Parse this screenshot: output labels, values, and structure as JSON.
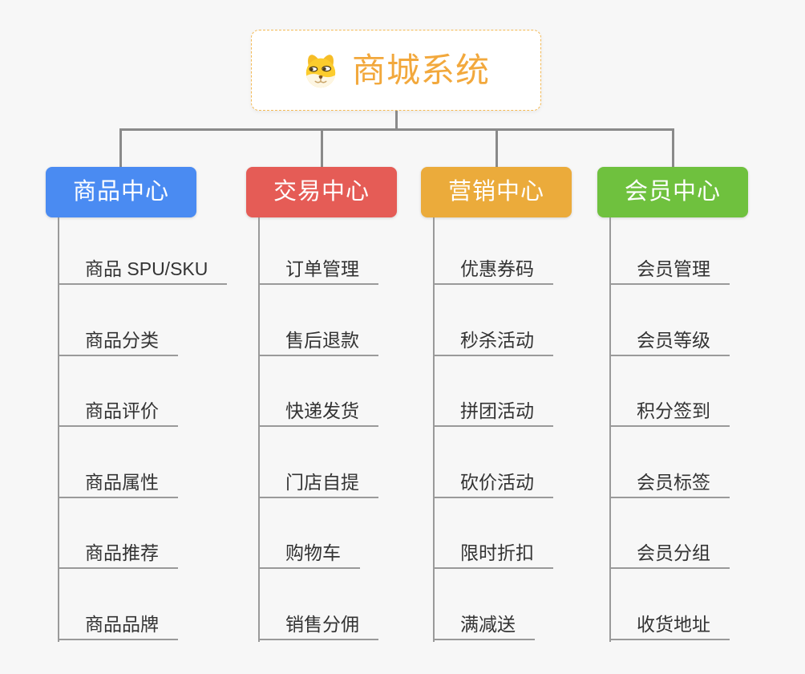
{
  "root": {
    "title": "商城系统",
    "icon": "dog-icon"
  },
  "colors": {
    "background": "#f7f7f7",
    "connector": "#8a8a8a",
    "leaf_line": "#9a9a9a",
    "root_accent": "#f2a83c",
    "root_border": "#f3b955"
  },
  "branches": [
    {
      "label": "商品中心",
      "color": "#4a8bf2",
      "children": [
        "商品 SPU/SKU",
        "商品分类",
        "商品评价",
        "商品属性",
        "商品推荐",
        "商品品牌"
      ]
    },
    {
      "label": "交易中心",
      "color": "#e55c56",
      "children": [
        "订单管理",
        "售后退款",
        "快递发货",
        "门店自提",
        "购物车",
        "销售分佣"
      ]
    },
    {
      "label": "营销中心",
      "color": "#ebab3b",
      "children": [
        "优惠券码",
        "秒杀活动",
        "拼团活动",
        "砍价活动",
        "限时折扣",
        "满减送"
      ]
    },
    {
      "label": "会员中心",
      "color": "#6fc13e",
      "children": [
        "会员管理",
        "会员等级",
        "积分签到",
        "会员标签",
        "会员分组",
        "收货地址"
      ]
    }
  ]
}
